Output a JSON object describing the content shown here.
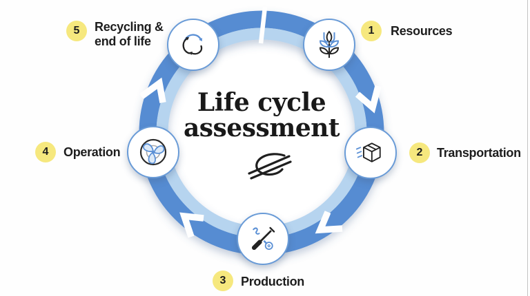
{
  "diagram": {
    "title_line1": "Life cycle",
    "title_line2": "assessment",
    "center_mark": "signature-scribble-logo"
  },
  "stages": [
    {
      "number": "1",
      "label": "Resources",
      "icon": "wheat-plant-icon"
    },
    {
      "number": "2",
      "label": "Transportation",
      "icon": "package-box-icon"
    },
    {
      "number": "3",
      "label": "Production",
      "icon": "screwdriver-wrench-icon"
    },
    {
      "number": "4",
      "label": "Operation",
      "icon": "fan-turbine-icon"
    },
    {
      "number": "5",
      "label": "Recycling & end of life",
      "label_line1": "Recycling &",
      "label_line2": "end of life",
      "icon": "recycle-arrows-icon"
    }
  ],
  "flow": {
    "direction": "clockwise",
    "segment_count": 5
  },
  "colors": {
    "ring_dark_blue": "#568cd2",
    "ring_light_blue": "#b6d4ef",
    "badge_yellow": "#f6e87e",
    "node_border_blue": "#699bd7",
    "icon_blue": "#5b90d5",
    "text_dark": "#1d1d1d"
  }
}
